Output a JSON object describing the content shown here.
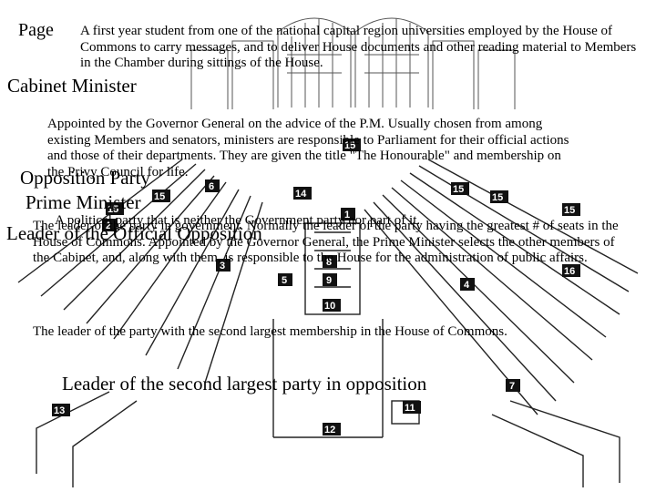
{
  "labels": {
    "page": "Page",
    "cabinet_minister": "Cabinet Minister",
    "opposition_party": "Opposition Party",
    "prime_minister": "Prime Minister",
    "leader_official_opposition": "Leader of the Official Opposition",
    "leader_second_largest": "Leader of the second largest party in opposition"
  },
  "descriptions": {
    "page": "A first year student from one of the national capital region universities employed by the House of Commons to carry messages, and to deliver House documents and other reading material to Members in the Chamber during sittings of the House.",
    "cabinet_minister": "Appointed by the Governor General on the advice of the P.M. Usually chosen from among existing Members and senators, ministers are responsible to Parliament for their official actions and those of their departments. They are given the title \"The Honourable\" and membership on the Privy Council for life.",
    "prime_minister": "The leader of the party in government. Normally the leader of the party having the greatest # of seats in the House of Commons. Appointed by the Governor General, the Prime Minister selects the other members of the Cabinet, and, along with them, is responsible to the House for the administration of public affairs.",
    "official_opposition": "The leader of the party with the second largest membership in the House of Commons.",
    "party_not_in_power": "A political party that is neither the Government party nor part of it."
  },
  "seat_numbers": [
    "1",
    "2",
    "3",
    "4",
    "5",
    "6",
    "7",
    "8",
    "9",
    "10",
    "11",
    "12",
    "13",
    "14",
    "15",
    "15",
    "15",
    "15",
    "15",
    "15",
    "16"
  ],
  "colors": {
    "ink": "#000000",
    "paper": "#ffffff",
    "badge": "#111111"
  }
}
